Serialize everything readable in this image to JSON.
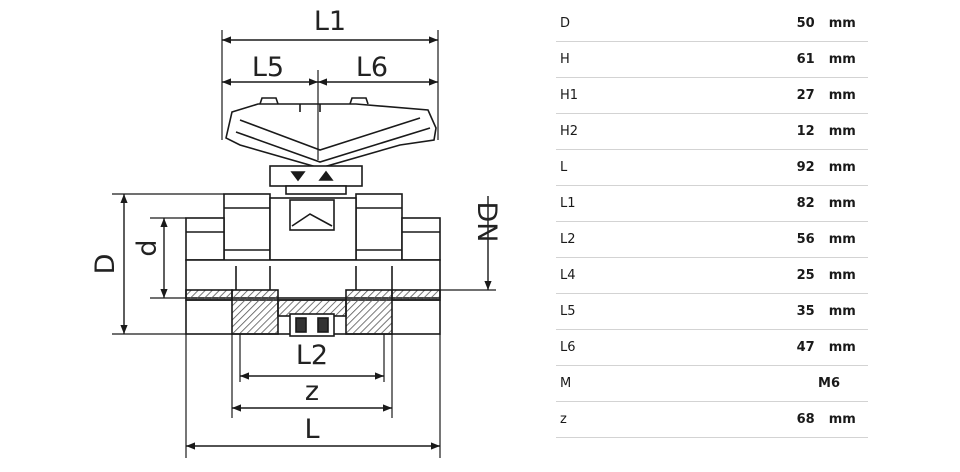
{
  "drawing": {
    "labels": {
      "L1": "L1",
      "L5": "L5",
      "L6": "L6",
      "D": "D",
      "d": "d",
      "DN": "DN",
      "L2": "L2",
      "z": "z",
      "L": "L"
    }
  },
  "specs": [
    {
      "param": "D",
      "value": "50",
      "unit": "mm"
    },
    {
      "param": "H",
      "value": "61",
      "unit": "mm"
    },
    {
      "param": "H1",
      "value": "27",
      "unit": "mm"
    },
    {
      "param": "H2",
      "value": "12",
      "unit": "mm"
    },
    {
      "param": "L",
      "value": "92",
      "unit": "mm"
    },
    {
      "param": "L1",
      "value": "82",
      "unit": "mm"
    },
    {
      "param": "L2",
      "value": "56",
      "unit": "mm"
    },
    {
      "param": "L4",
      "value": "25",
      "unit": "mm"
    },
    {
      "param": "L5",
      "value": "35",
      "unit": "mm"
    },
    {
      "param": "L6",
      "value": "47",
      "unit": "mm"
    },
    {
      "param": "M",
      "value": "M6",
      "unit": ""
    },
    {
      "param": "z",
      "value": "68",
      "unit": "mm"
    }
  ],
  "colors": {
    "line": "#1a1a1a",
    "hatch": "#555555",
    "rule": "#d3d3d3"
  }
}
